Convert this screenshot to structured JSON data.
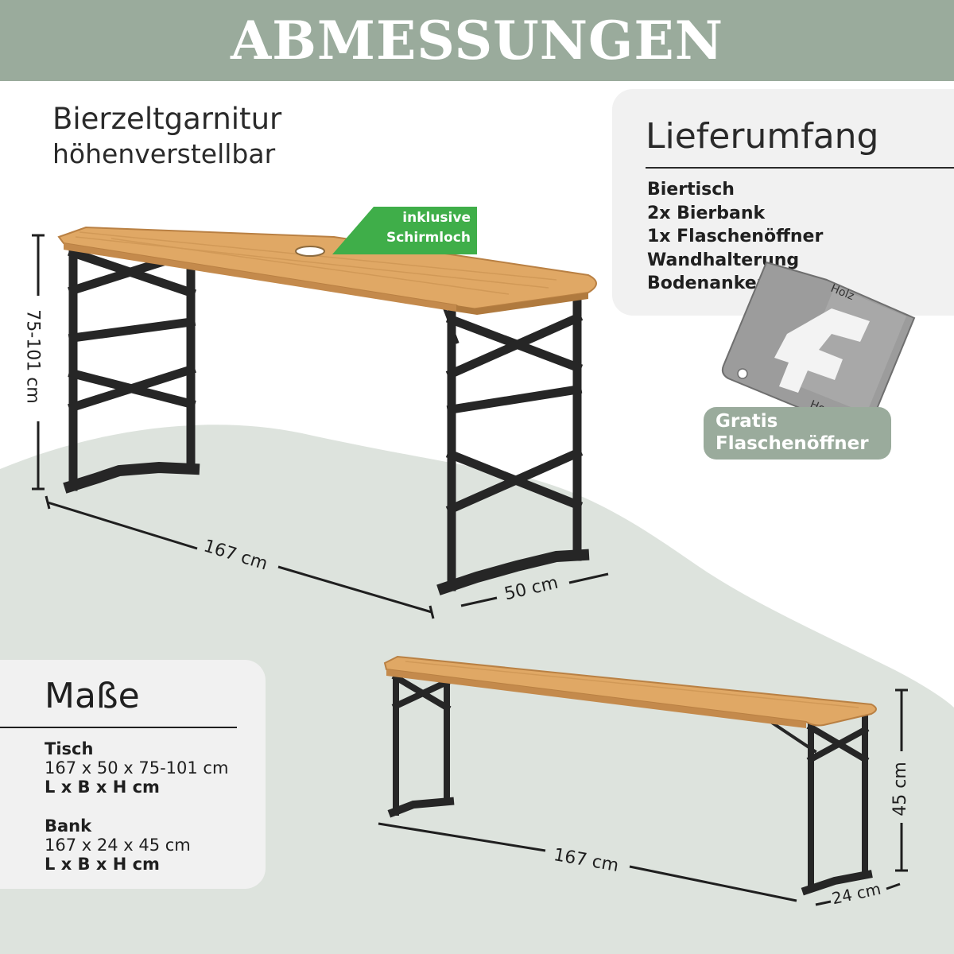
{
  "header": {
    "title": "ABMESSUNGEN"
  },
  "product": {
    "title": "Bierzeltgarnitur",
    "subtitle": "höhenverstellbar"
  },
  "badge_umbrella": {
    "line1": "inklusive",
    "line2": "Schirmloch"
  },
  "delivery": {
    "title": "Lieferumfang",
    "items": [
      "Biertisch",
      "2x Bierbank",
      "1x Flaschenöffner",
      "Wandhalterung",
      "Bodenanker"
    ]
  },
  "opener": {
    "top_label": "Holz",
    "bottom_label": "Home",
    "badge_line1": "Gratis",
    "badge_line2": "Flaschenöffner"
  },
  "table_dims": {
    "height": "75-101 cm",
    "length": "167 cm",
    "width": "50 cm"
  },
  "bench_dims": {
    "height": "45 cm",
    "length": "167 cm",
    "width": "24 cm"
  },
  "measures": {
    "title": "Maße",
    "table": {
      "name": "Tisch",
      "values": "167 x 50 x 75-101 cm",
      "axes": "L x B x H cm"
    },
    "bench": {
      "name": "Bank",
      "values": "167 x 24 x 45 cm",
      "axes": "L x B x H cm"
    }
  },
  "colors": {
    "header": "#9aab9c",
    "badge_green": "#3fae49",
    "wood": "#e0a865",
    "frame": "#262626",
    "floor": "#dde3dd"
  }
}
